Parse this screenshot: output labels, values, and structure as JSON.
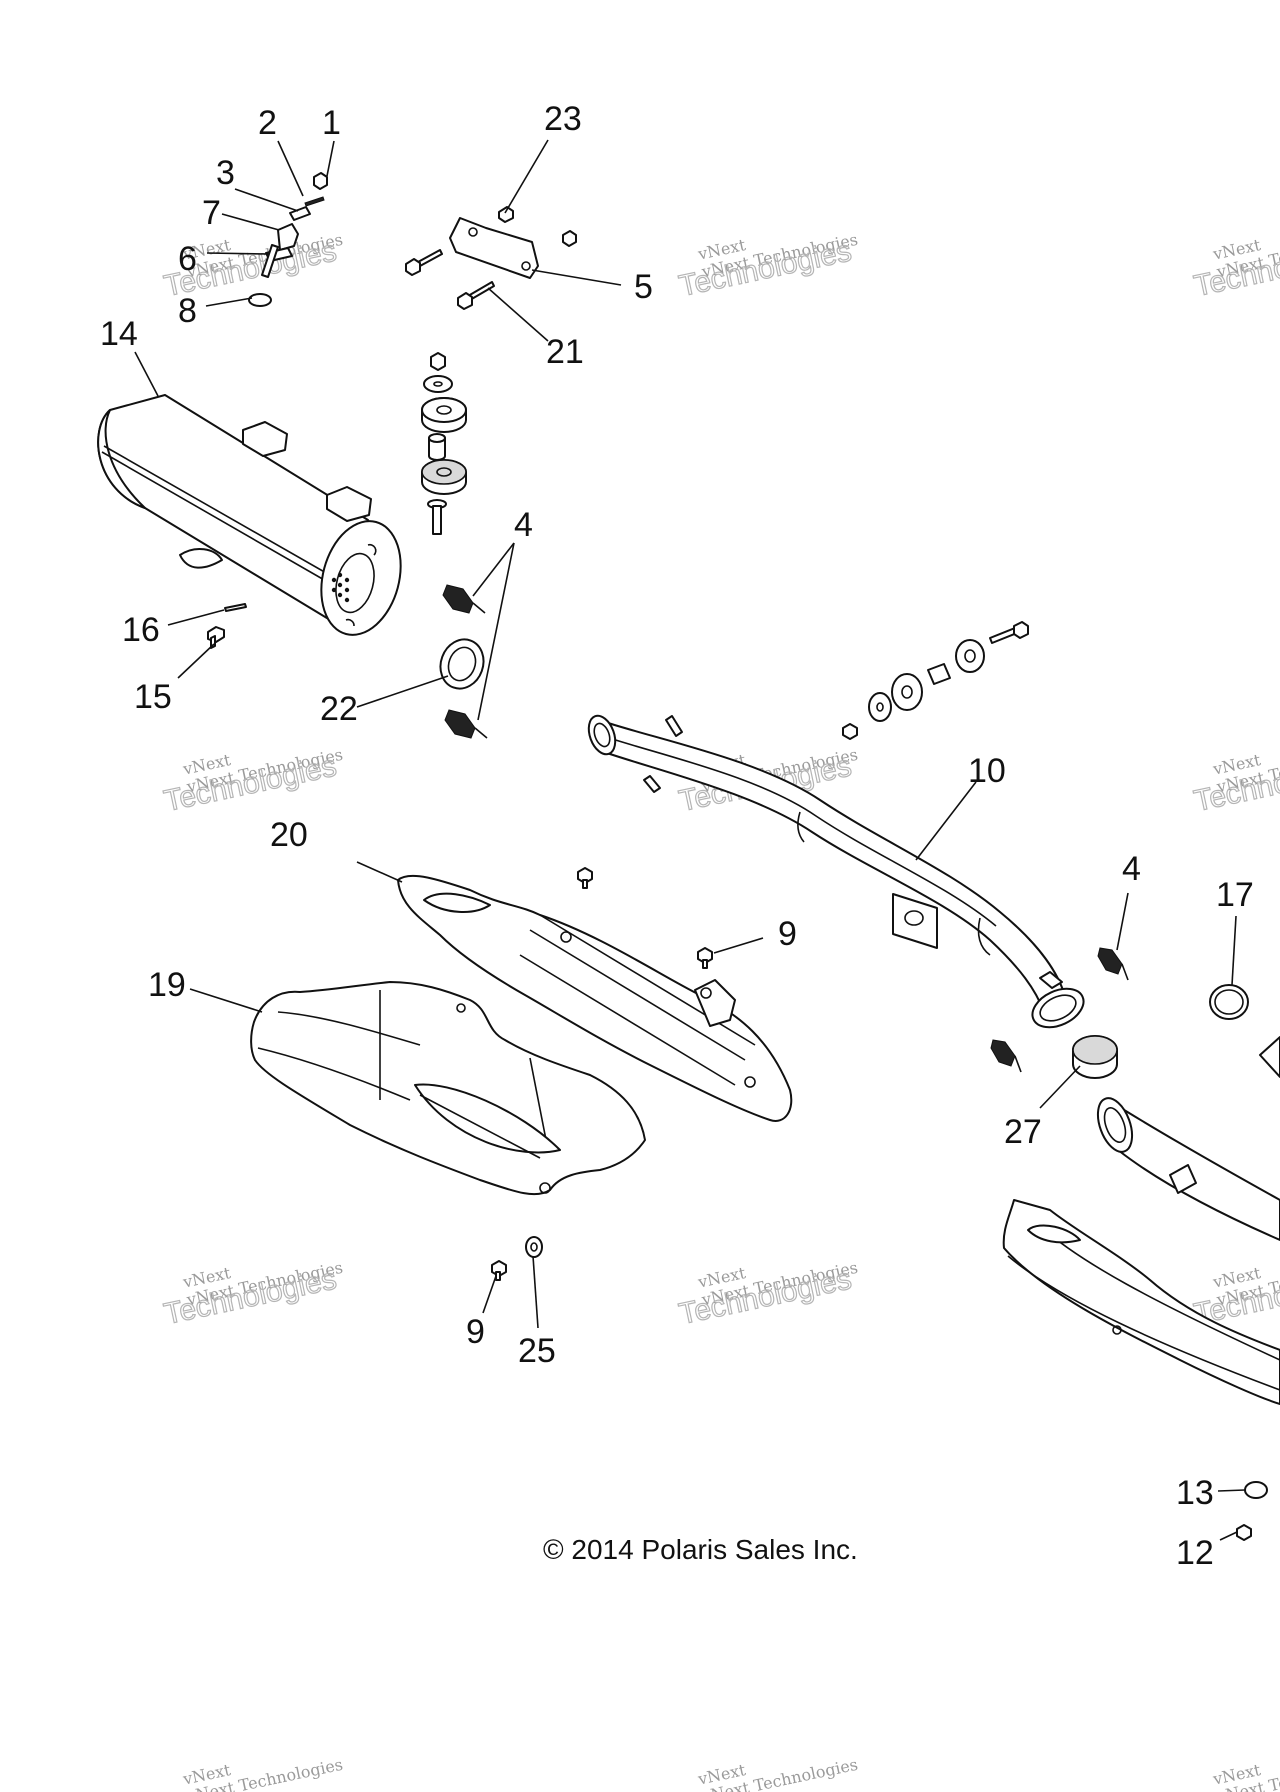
{
  "copyright": "© 2014 Polaris Sales Inc.",
  "watermark": {
    "line1": "vNext Technologies",
    "line2": "vNext",
    "line3": "Technologies"
  },
  "callouts": {
    "c1": "1",
    "c2": "2",
    "c3": "3",
    "c4a": "4",
    "c4b": "4",
    "c5": "5",
    "c6": "6",
    "c7": "7",
    "c8": "8",
    "c9a": "9",
    "c9b": "9",
    "c10": "10",
    "c12": "12",
    "c13": "13",
    "c14": "14",
    "c15": "15",
    "c16": "16",
    "c17": "17",
    "c19": "19",
    "c20": "20",
    "c21": "21",
    "c22": "22",
    "c23": "23",
    "c25": "25",
    "c27": "27"
  },
  "colors": {
    "line": "#111111",
    "watermark": "#b5b5b5"
  }
}
